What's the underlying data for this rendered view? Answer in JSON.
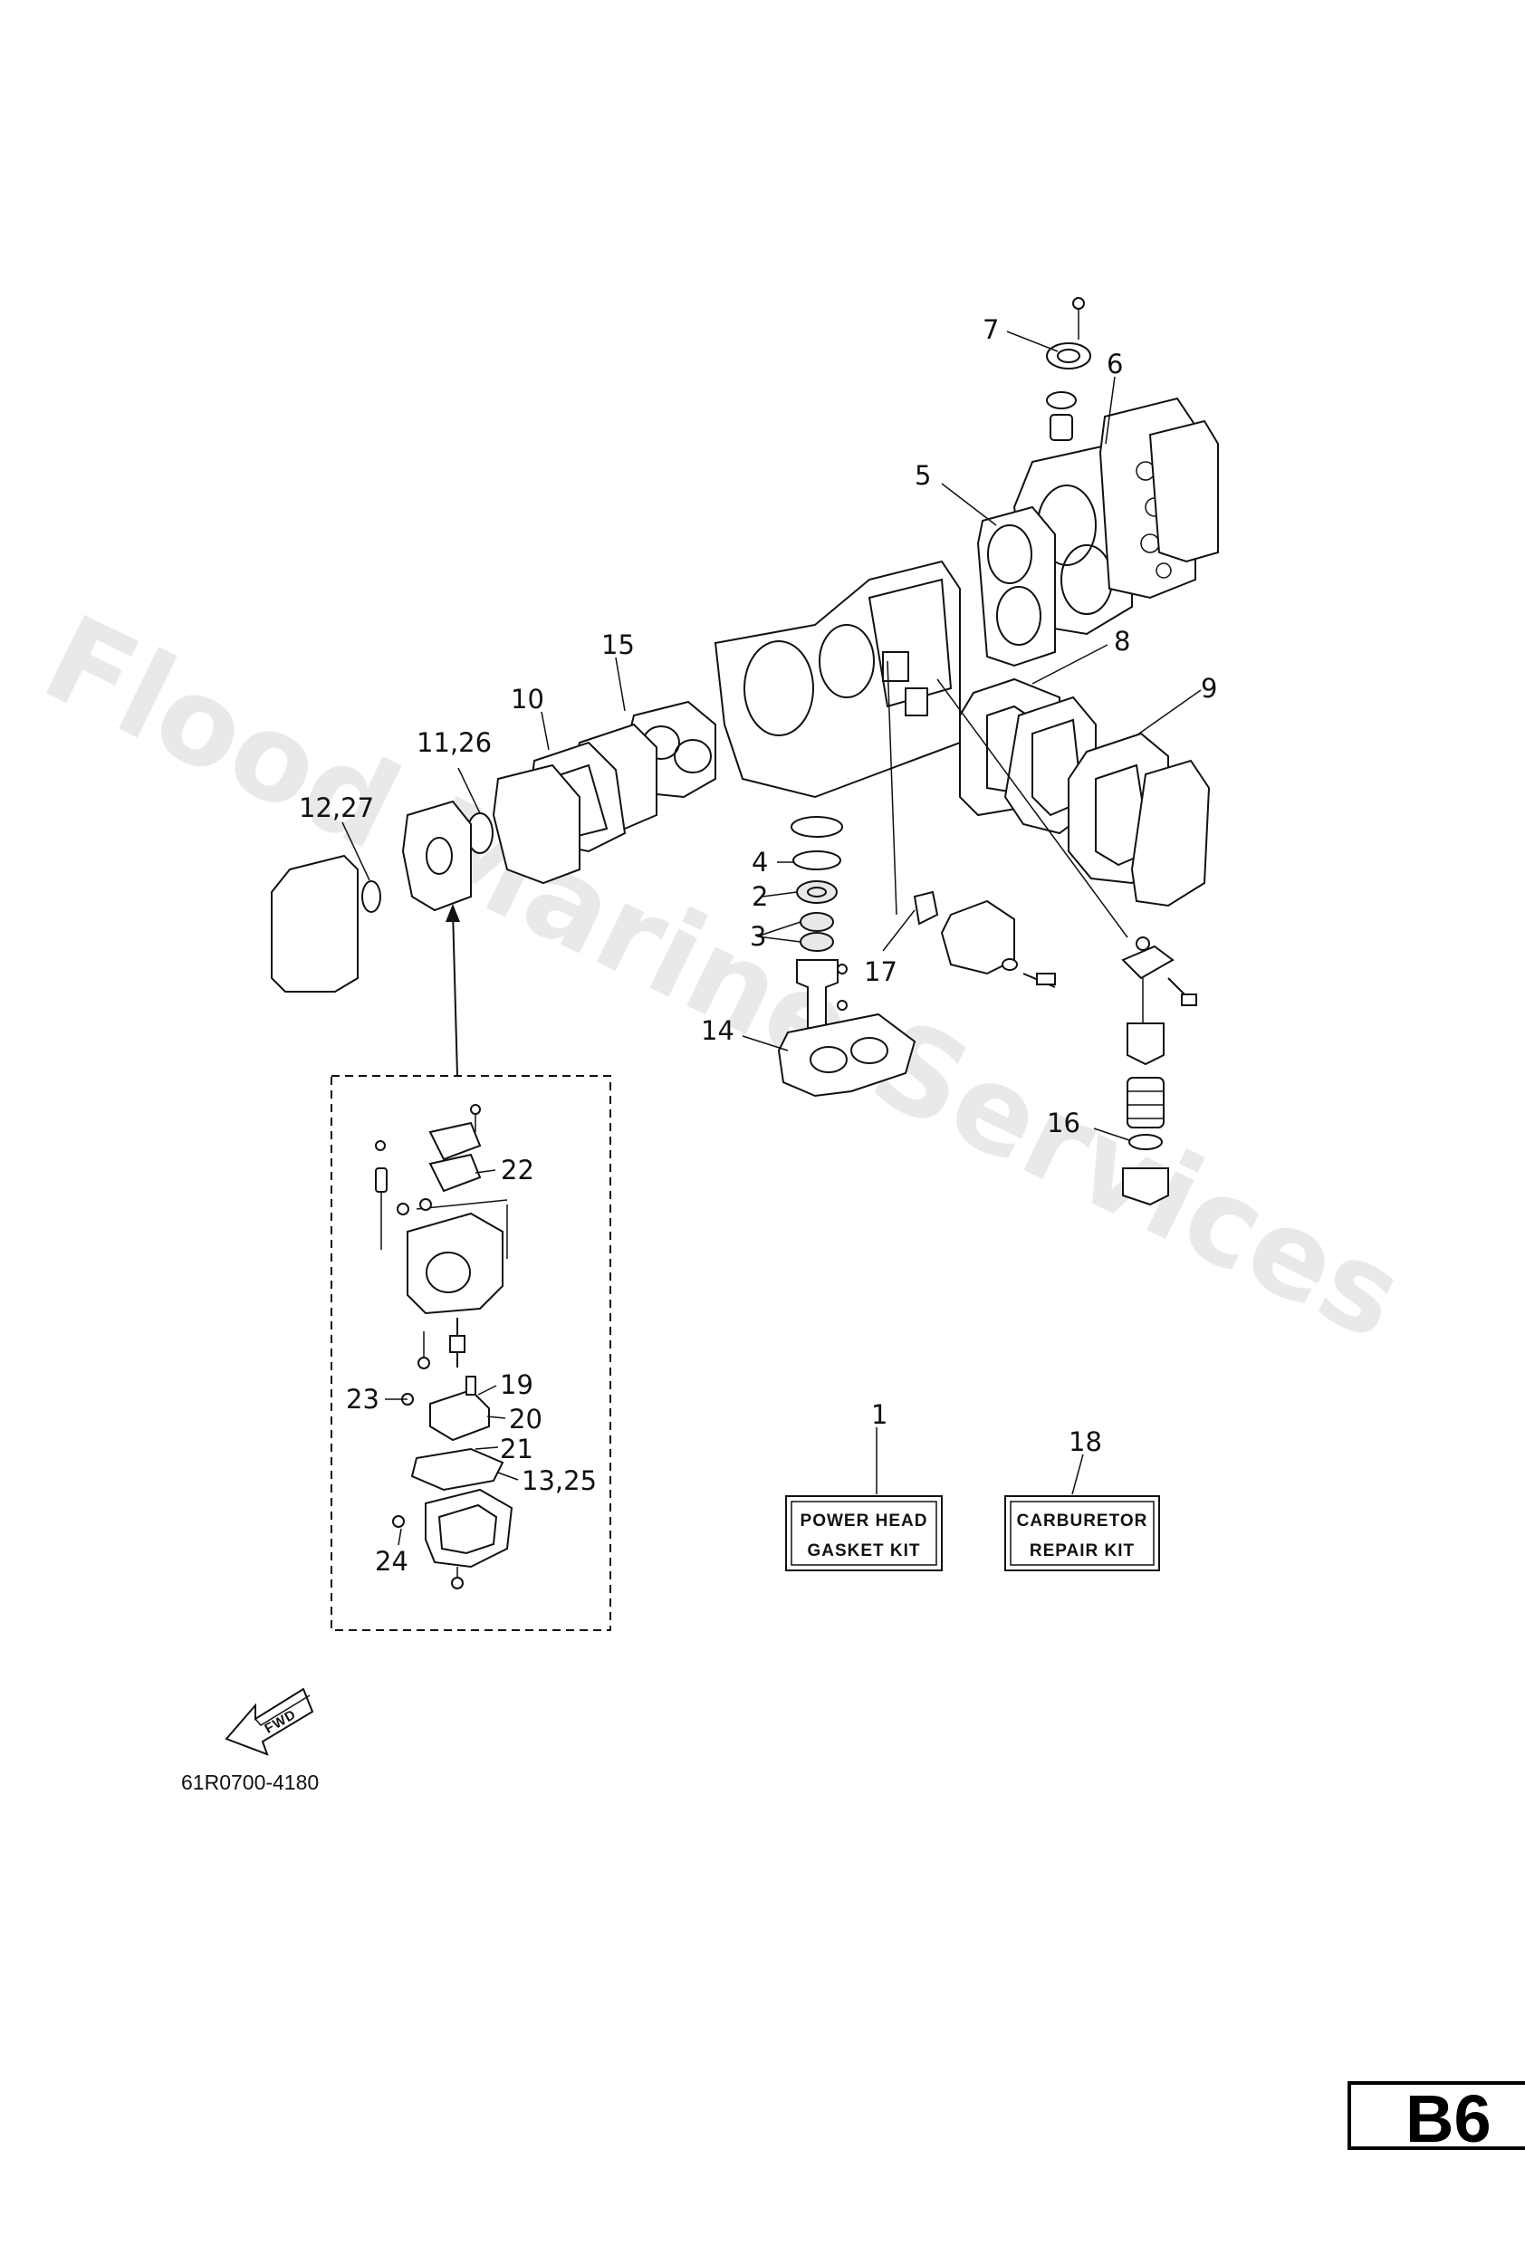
{
  "watermark": "Flood Marine Services",
  "callouts": {
    "c1": "1",
    "c2": "2",
    "c3": "3",
    "c4": "4",
    "c5": "5",
    "c6": "6",
    "c7": "7",
    "c8": "8",
    "c9": "9",
    "c10": "10",
    "c11_26": "11,26",
    "c12_27": "12,27",
    "c13_25": "13,25",
    "c14": "14",
    "c15": "15",
    "c16": "16",
    "c17": "17",
    "c18": "18",
    "c19": "19",
    "c20": "20",
    "c21": "21",
    "c22": "22",
    "c23": "23",
    "c24": "24"
  },
  "kits": {
    "power_head_line1": "POWER HEAD",
    "power_head_line2": "GASKET KIT",
    "carburetor_line1": "CARBURETOR",
    "carburetor_line2": "REPAIR KIT"
  },
  "fwd_label": "FWD",
  "part_number": "61R0700-4180",
  "page_code": "B6"
}
